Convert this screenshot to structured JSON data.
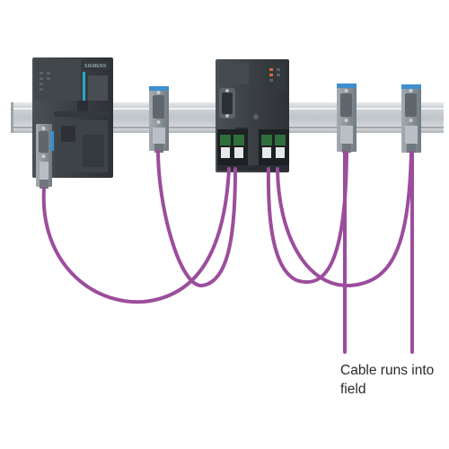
{
  "figure": {
    "caption": "Cable runs into field",
    "brand_label": "SIEMENS"
  },
  "colors": {
    "cable": "#9c4d9c",
    "rail": "#cdd1d4",
    "module_housing": "#3b4044",
    "connector_housing": "#8e969c",
    "connector_accent": "#3d8fcf"
  },
  "components": [
    "cpu-module",
    "repeater-module",
    "bus-connector",
    "bus-connector",
    "bus-connector",
    "bus-connector",
    "din-rail"
  ]
}
